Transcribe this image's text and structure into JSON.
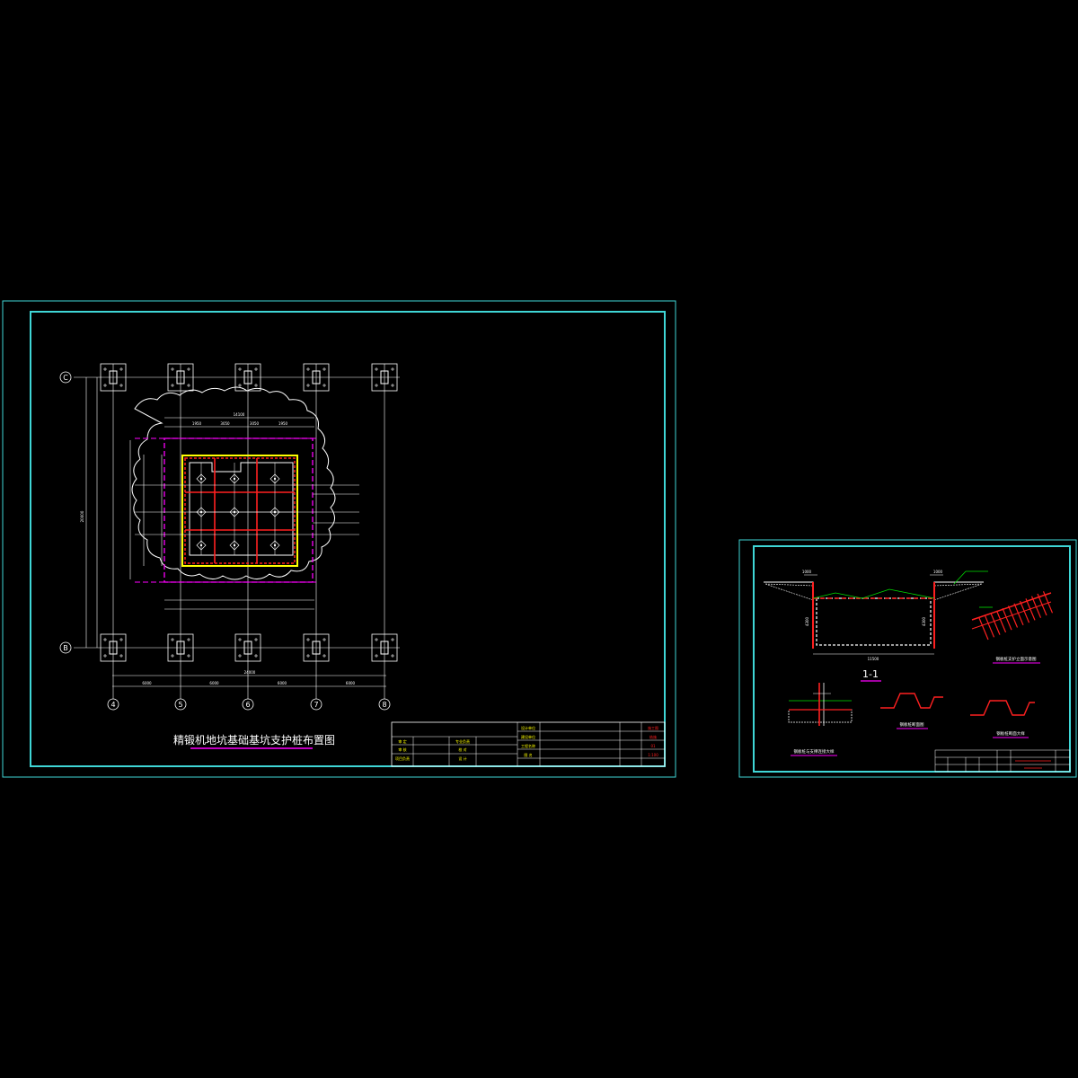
{
  "sheet1": {
    "title": "精锻机地坑基础基坑支护桩布置图",
    "axis_rows": [
      "C",
      "B"
    ],
    "axis_cols": [
      "4",
      "5",
      "6",
      "7",
      "8"
    ],
    "bottom_dims": [
      "6000",
      "6000",
      "6000",
      "6000"
    ],
    "bottom_total": "24000",
    "left_dim": "20000",
    "top_dims": [
      "1950",
      "3050",
      "3050",
      "1950"
    ],
    "top_total": "14100",
    "title_block": {
      "cells": [
        "设计单位",
        "建设单位",
        "工程名称",
        "图 名",
        "审 定",
        "审 核",
        "项目负责",
        "专业负责",
        "校 对",
        "设 计"
      ],
      "values": [
        "施工图",
        "结施",
        "01",
        "1:100"
      ]
    }
  },
  "sheet2": {
    "section_label": "1-1",
    "dims": [
      "1000",
      "1000",
      "4300",
      "4300",
      "11500"
    ],
    "details": [
      "钢板桩与支撑连接大样",
      "钢板桩断面图",
      "钢板桩断面大样",
      "钢板桩支护立面示意图"
    ]
  },
  "colors": {
    "frame": "#3fd6d6",
    "geometry": "#ffffff",
    "accent_red": "#ff2020",
    "magenta": "#ff00ff",
    "yellow": "#ffff00",
    "green": "#00e000"
  }
}
